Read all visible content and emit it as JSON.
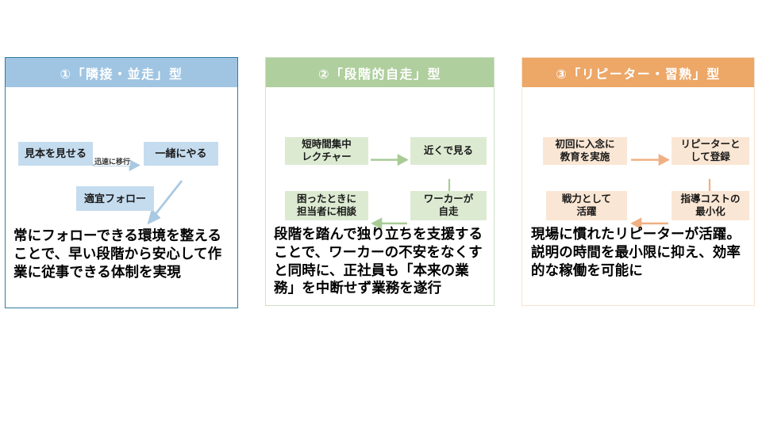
{
  "panels": [
    {
      "id": "panel-1",
      "accent": "#9fc5e3",
      "border": "#2f7b9e",
      "node_fill": "#c5dcef",
      "title": "①「隣接・並走」型",
      "nodes": [
        {
          "name": "node-show-example",
          "label": "見本を見せる"
        },
        {
          "name": "node-do-together",
          "label": "一緒にやる"
        },
        {
          "name": "node-follow-as-needed",
          "label": "適宜フォロー"
        }
      ],
      "edge_labels": [
        {
          "name": "edge-label-swift-transition",
          "label": "迅速に移行"
        }
      ],
      "caption": "常にフォローできる環境を整えることで、早い段階から安心して作業に従事できる体制を実現"
    },
    {
      "id": "panel-2",
      "accent": "#afcf9e",
      "border": "#cfe0c5",
      "node_fill": "#dcead2",
      "title": "②「段階的自走」型",
      "nodes": [
        {
          "name": "node-short-intensive-lecture",
          "label": "短時間集中\nレクチャー"
        },
        {
          "name": "node-watch-up-close",
          "label": "近くで見る"
        },
        {
          "name": "node-worker-self-driven",
          "label": "ワーカーが\n自走"
        },
        {
          "name": "node-consult-when-stuck",
          "label": "困ったときに\n担当者に相談"
        }
      ],
      "edge_labels": [],
      "caption": "段階を踏んで独り立ちを支援することで、ワーカーの不安をなくすと同時に、正社員も「本来の業務」を中断せず業務を遂行"
    },
    {
      "id": "panel-3",
      "accent": "#eda767",
      "border": "#f5e2d2",
      "node_fill": "#fae6d4",
      "title": "③「リピーター・習熟」型",
      "nodes": [
        {
          "name": "node-thorough-first-training",
          "label": "初回に入念に\n教育を実施"
        },
        {
          "name": "node-register-as-repeater",
          "label": "リピーターと\nして登録"
        },
        {
          "name": "node-minimize-coaching-cost",
          "label": "指導コストの\n最小化"
        },
        {
          "name": "node-active-as-workforce",
          "label": "戦力として\n活躍"
        }
      ],
      "edge_labels": [],
      "caption": "現場に慣れたリピーターが活躍。説明の時間を最小限に抑え、効率的な稼働を可能に"
    }
  ]
}
